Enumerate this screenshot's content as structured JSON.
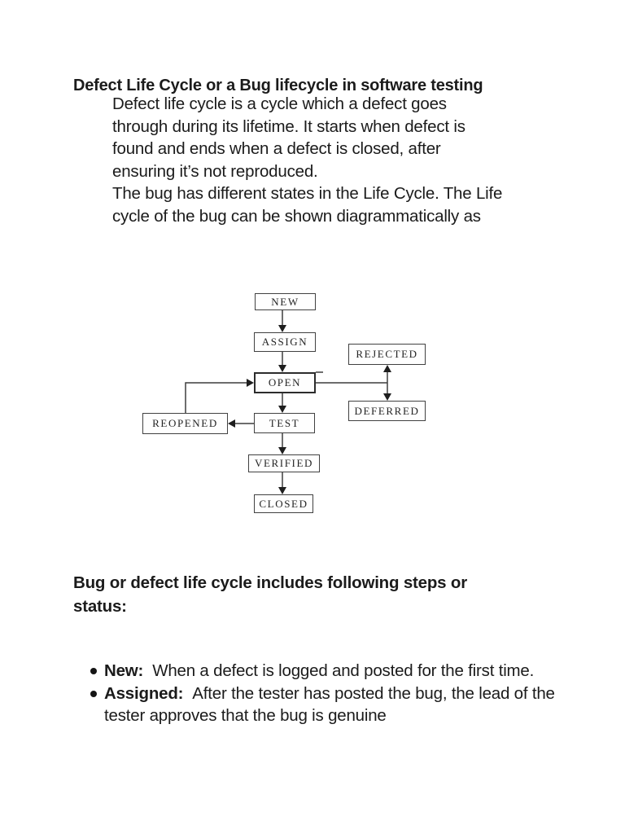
{
  "page": {
    "title": "Defect Life Cycle or a Bug lifecycle in software testing",
    "paragraph_lines": [
      "Defect life cycle is a cycle which a defect goes",
      "through during its lifetime. It starts when defect is",
      "found and ends when a defect is closed, after",
      "ensuring it’s not reproduced.",
      "The bug has different states in the Life Cycle. The Life",
      "cycle of the bug can be shown diagrammatically as"
    ],
    "section_heading_lines": [
      "Bug or defect life cycle includes following steps or",
      "status:"
    ],
    "bullets": [
      {
        "term": "New:",
        "desc": "When a defect is logged and posted for the first time."
      },
      {
        "term": "Assigned:",
        "desc": "After the tester has posted the bug, the lead of the tester approves that the bug is genuine"
      }
    ]
  },
  "diagram": {
    "nodes": [
      {
        "id": "new",
        "label": "NEW"
      },
      {
        "id": "assign",
        "label": "ASSIGN"
      },
      {
        "id": "open",
        "label": "OPEN"
      },
      {
        "id": "rejected",
        "label": "REJECTED"
      },
      {
        "id": "deferred",
        "label": "DEFERRED"
      },
      {
        "id": "reopened",
        "label": "REOPENED"
      },
      {
        "id": "test",
        "label": "TEST"
      },
      {
        "id": "verified",
        "label": "VERIFIED"
      },
      {
        "id": "closed",
        "label": "CLOSED"
      }
    ],
    "edges": [
      {
        "from": "NEW",
        "to": "ASSIGN",
        "type": "arrow"
      },
      {
        "from": "ASSIGN",
        "to": "OPEN",
        "type": "arrow"
      },
      {
        "from": "OPEN",
        "to": "TEST",
        "type": "arrow"
      },
      {
        "from": "TEST",
        "to": "VERIFIED",
        "type": "arrow"
      },
      {
        "from": "VERIFIED",
        "to": "CLOSED",
        "type": "arrow"
      },
      {
        "from": "OPEN",
        "to": "REJECTED/DEFERRED junction",
        "type": "line"
      },
      {
        "from": "REJECTED",
        "to": "DEFERRED",
        "type": "double-arrow"
      },
      {
        "from": "TEST",
        "to": "REOPENED",
        "type": "arrow"
      },
      {
        "from": "REOPENED",
        "to": "OPEN",
        "type": "elbow-arrow"
      }
    ]
  },
  "colors": {
    "background": "#ffffff",
    "text": "#1b1b1b",
    "diagram_line": "#3d3d3d"
  }
}
